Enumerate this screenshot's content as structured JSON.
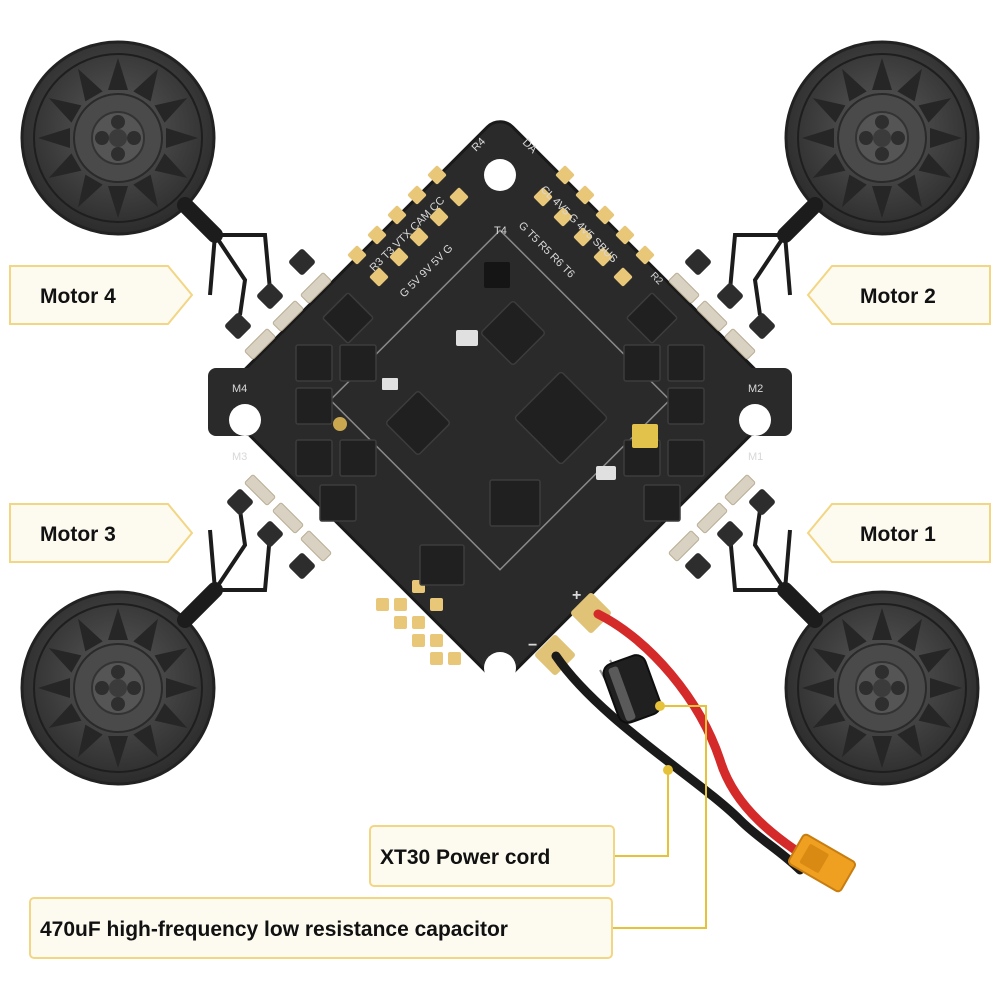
{
  "callouts": {
    "motor4": "Motor 4",
    "motor2": "Motor 2",
    "motor3": "Motor 3",
    "motor1": "Motor 1",
    "power_cord": "XT30 Power cord",
    "capacitor": "470uF high-frequency low resistance capacitor"
  },
  "board": {
    "pads_m4": "M4",
    "pads_m2": "M2",
    "pads_m3": "M3",
    "pads_m1": "M1",
    "label_r4": "R4",
    "label_da": "DA",
    "left_top_row": "R3 T3 VTX CAM CC",
    "left_mid_row": "G 5V 9V 5V G",
    "left_bottom_row": "T4",
    "right_top_row": "CL 4V5 G 4V5 SBUS",
    "right_mid_row": "G T5 R5 R6 T6",
    "r2": "R2",
    "plus": "+",
    "minus": "−"
  },
  "colors": {
    "pcb": "#2a2a2a",
    "pad_gold": "#e8c778",
    "callout_fill": "#fdfaf0",
    "callout_stroke": "#f2d684",
    "leader": "#e6c23a",
    "wire_red": "#d42a2a",
    "wire_black": "#1a1a1a",
    "xt30": "#f0a020",
    "motor": "#3a3a3a"
  }
}
